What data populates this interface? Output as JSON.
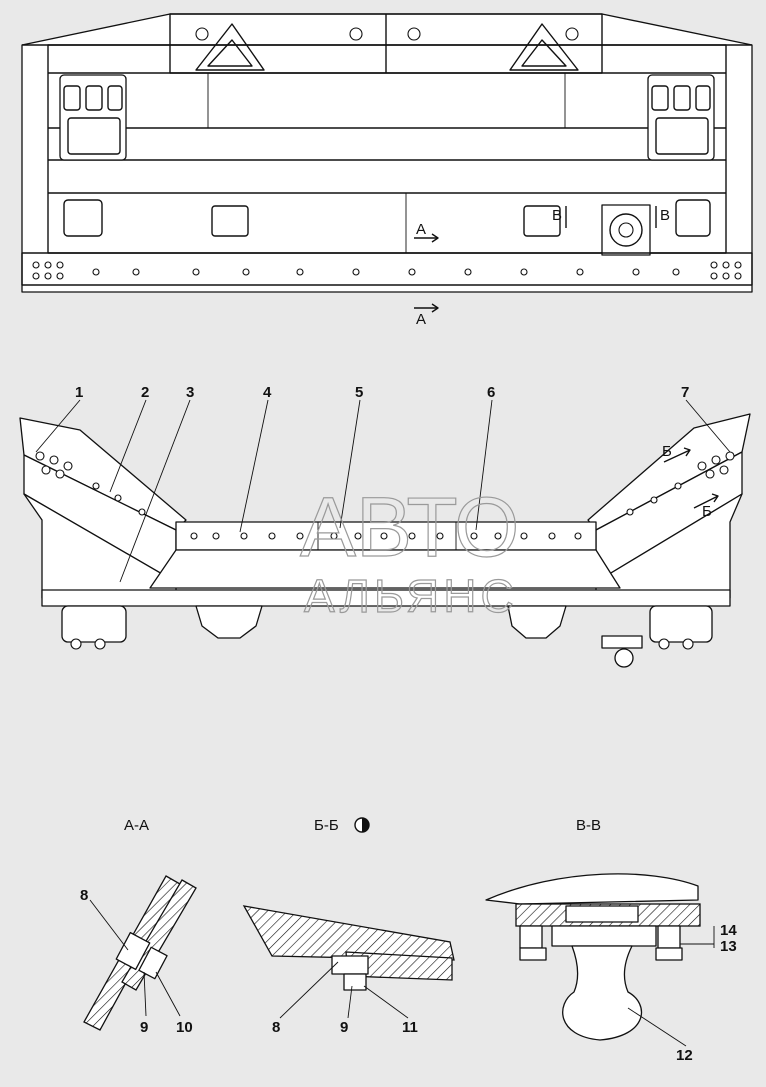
{
  "watermark": {
    "line1": "АВТО",
    "line2": "АЛЬЯНС"
  },
  "view_markers": {
    "a_lower": "А",
    "a_upper": "А",
    "b_upper": "Б",
    "b_lower": "Б",
    "v_left": "В",
    "v_right": "В"
  },
  "callouts": [
    "1",
    "2",
    "3",
    "4",
    "5",
    "6",
    "7"
  ],
  "sections": {
    "aa": {
      "title": "А-А",
      "callouts": [
        "8",
        "9",
        "10"
      ]
    },
    "bb": {
      "title": "Б-Б",
      "rotation_icon": "rotated-view-icon",
      "callouts": [
        "8",
        "9",
        "11"
      ]
    },
    "vv": {
      "title": "В-В",
      "callouts": [
        "12",
        "13",
        "14"
      ]
    }
  }
}
